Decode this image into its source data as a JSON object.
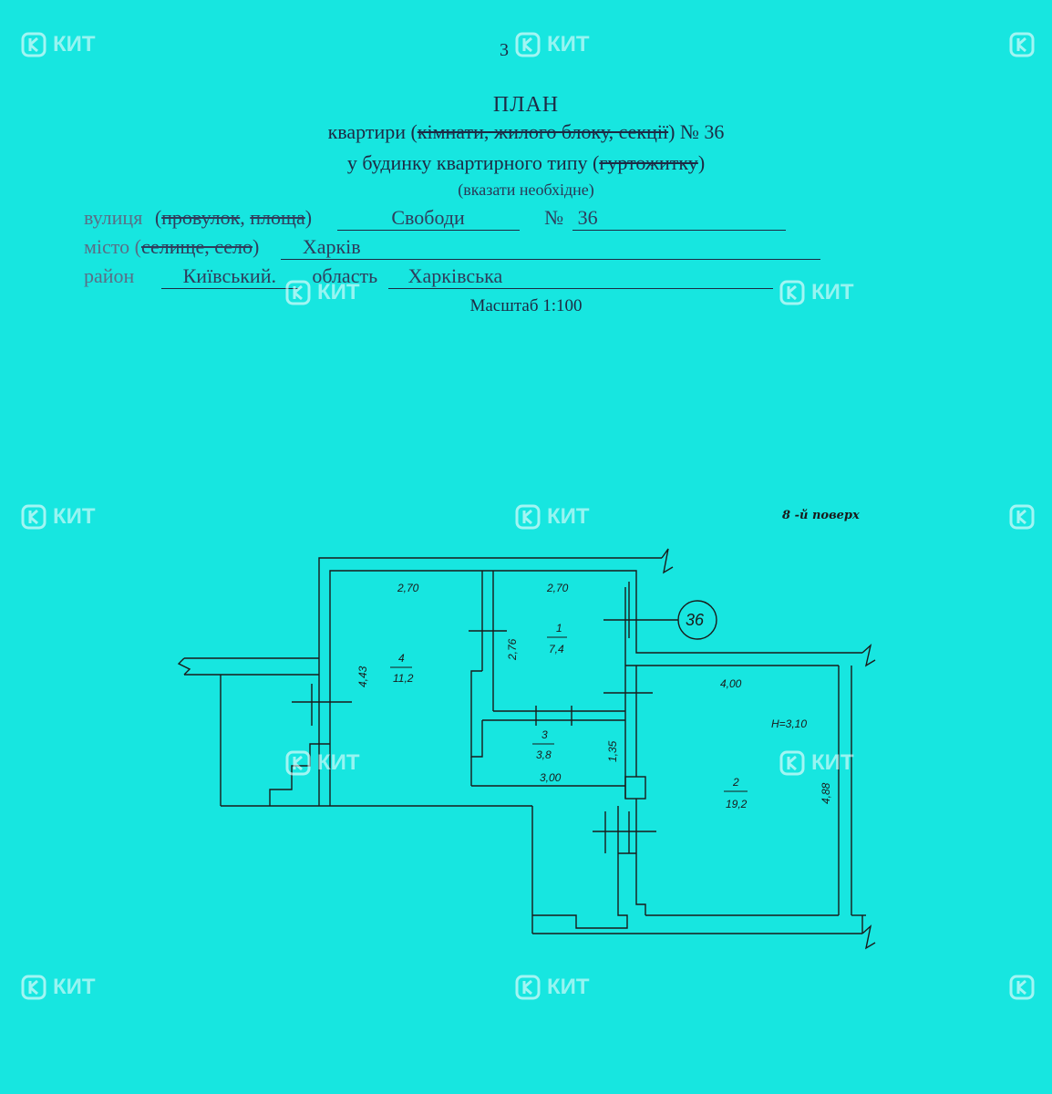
{
  "header": {
    "page_number": "3",
    "title": "ПЛАН",
    "line2_prefix": "квартири (",
    "line2_struck": "кімнати, жилого блоку, секції",
    "line2_suffix": ") №  36",
    "line3_prefix": "у будинку квартирного типу (",
    "line3_struck": "гуртожитку",
    "line3_suffix": ")",
    "line4": "(вказати необхідне)"
  },
  "address": {
    "street_label": "вулиця",
    "street_paren_open": "(",
    "street_struck_1": "провулок",
    "street_comma": ", ",
    "street_struck_2": "площа",
    "street_paren_close": ")",
    "street_value": "Свободи",
    "number_label": "№",
    "number_value": "36",
    "city_label": "місто (",
    "city_struck": "селище, село",
    "city_paren_close": ")",
    "city_value": "Харків",
    "district_label": "район",
    "district_value": "Київський.",
    "region_label": "область",
    "region_value": "Харківська",
    "scale": "Масштаб 1:100"
  },
  "plan": {
    "floor_label": "8 -й поверх",
    "apartment_number": "36",
    "height_label": "H=3,10",
    "rooms": [
      {
        "number": "1",
        "area": "7,4"
      },
      {
        "number": "2",
        "area": "19,2"
      },
      {
        "number": "3",
        "area": "3,8"
      },
      {
        "number": "4",
        "area": "11,2"
      }
    ],
    "dimensions": {
      "room4_width": "2,70",
      "room4_height": "4,43",
      "room1_width": "2,70",
      "room1_height": "2,76",
      "room3_width": "3,00",
      "room3_height": "1,35",
      "room2_width": "4,00",
      "room2_height": "4,88"
    }
  },
  "watermark": {
    "text": "КИТ"
  }
}
